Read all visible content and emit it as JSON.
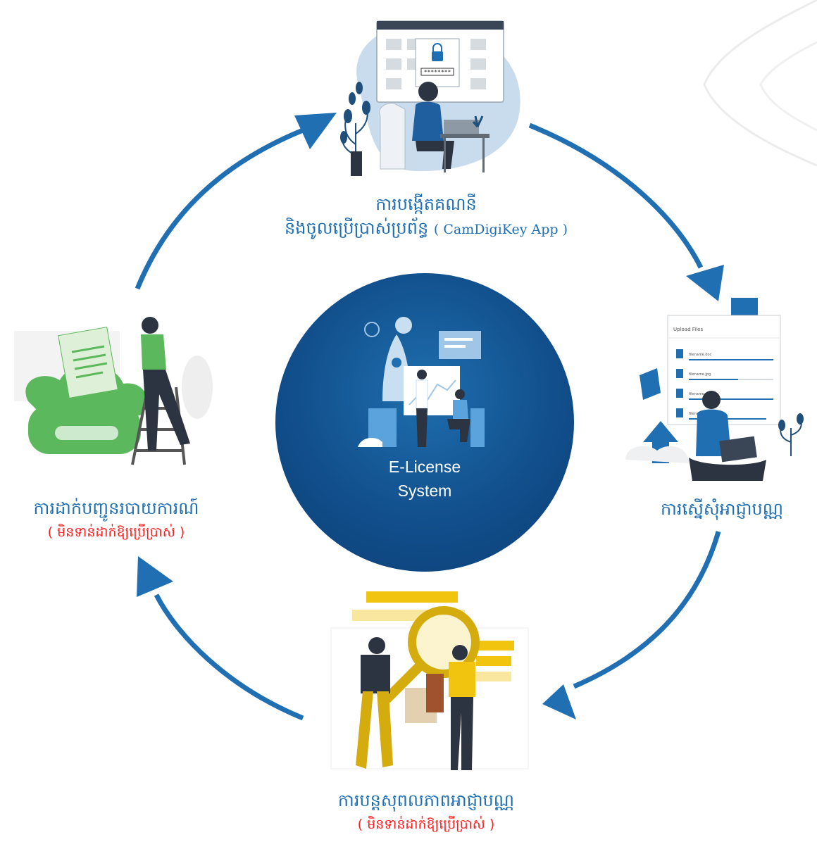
{
  "center": {
    "line1": "E-License",
    "line2": "System"
  },
  "steps": [
    {
      "title_line1": "ការបង្កើតគណនី",
      "title_line2": "និងចូលប្រើប្រាស់ប្រព័ន្ធ",
      "app": "( CamDigiKey App )",
      "note": ""
    },
    {
      "title_line1": "ការស្នើសុំអាជ្ញាបណ្ណ",
      "note": ""
    },
    {
      "title_line1": "ការបន្តសុពលភាពអាជ្ញាបណ្ណ",
      "note": "( មិនទាន់ដាក់ឱ្យប្រើប្រាស់ )"
    },
    {
      "title_line1": "ការដាក់បញ្ជូនរបាយការណ៍",
      "note": "( មិនទាន់ដាក់ឱ្យប្រើប្រាស់ )"
    }
  ],
  "illustration_text": {
    "password": "********",
    "upload_title": "Upload Files",
    "files": [
      "filename.doc",
      "filename.jpg",
      "filename.png",
      "filename"
    ]
  },
  "colors": {
    "arrow": "#1f6fb2",
    "label": "#1f6fb2",
    "note": "#ff1e1e",
    "circle": "#114f8c"
  }
}
